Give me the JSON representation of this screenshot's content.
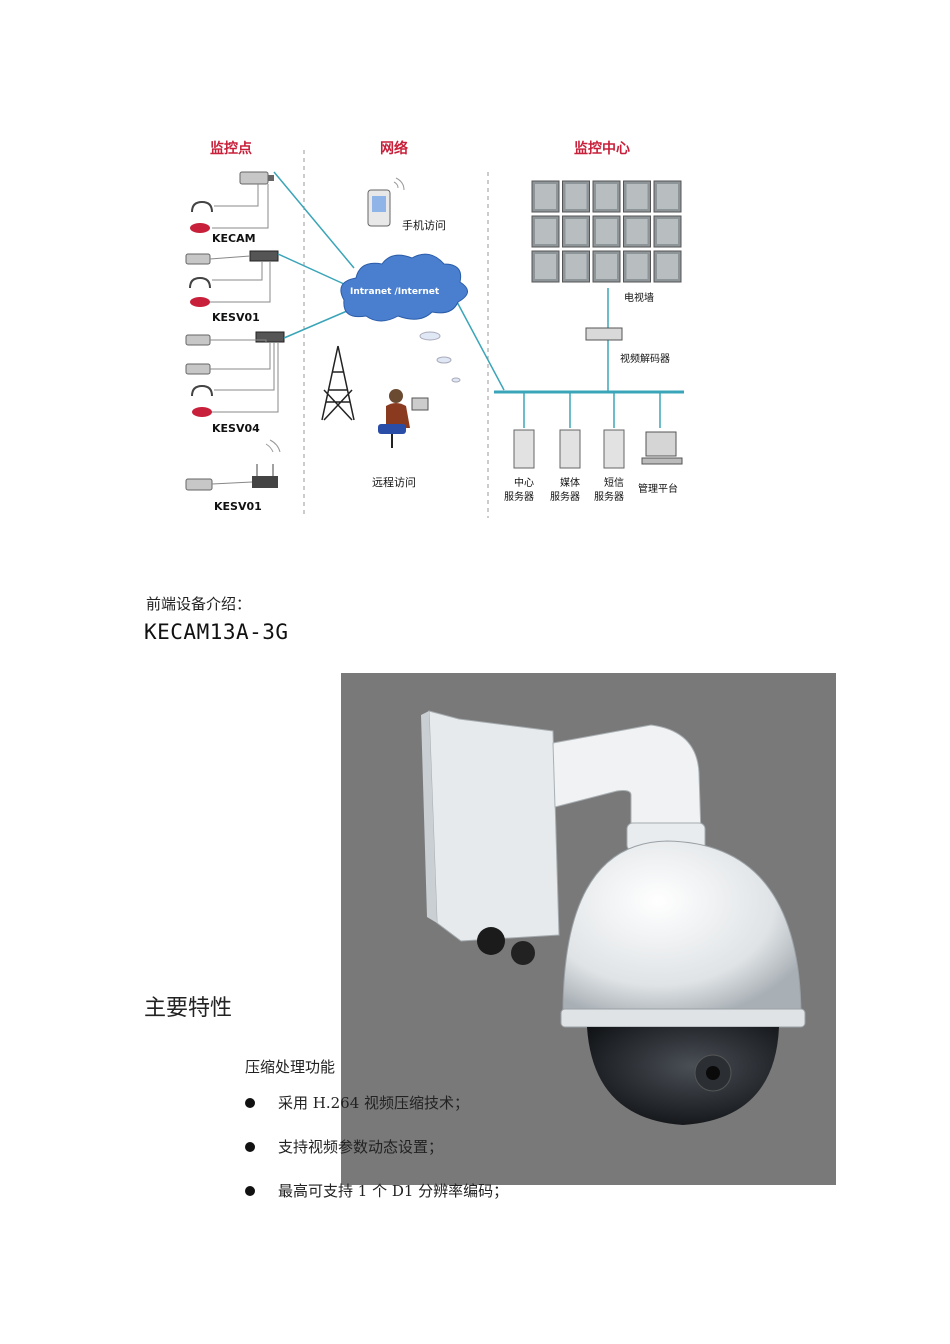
{
  "diagram": {
    "headers": {
      "site": "监控点",
      "network": "网络",
      "center": "监控中心"
    },
    "devices": [
      "KECAM",
      "KESV01",
      "KESV04",
      "KESV01"
    ],
    "cloud_label": "Intranet /Internet",
    "mobile_label": "手机访问",
    "remote_label": "远程访问",
    "tv_wall_label": "电视墙",
    "decoder_label": "视频解码器",
    "servers": [
      {
        "line1": "中心",
        "line2": "服务器"
      },
      {
        "line1": "媒体",
        "line2": "服务器"
      },
      {
        "line1": "短信",
        "line2": "服务器"
      }
    ],
    "platform_label": "管理平台"
  },
  "intro_label": "前端设备介绍：",
  "model_title": "KECAM13A-3G",
  "features_heading": "主要特性",
  "compression_heading": "压缩处理功能",
  "bullets": [
    "采用 H.264 视频压缩技术；",
    "支持视频参数动态设置；",
    "最高可支持 1 个 D1 分辨率编码；"
  ],
  "colors": {
    "header_red": "#c8203a",
    "cloud_blue": "#4a7fd0",
    "line_teal": "#3aa5b8"
  }
}
